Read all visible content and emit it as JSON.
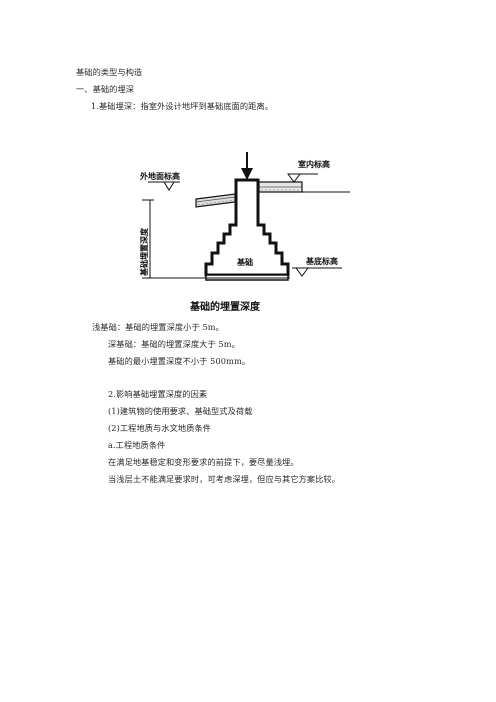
{
  "doc": {
    "title": "基础的类型与构造",
    "section": "一、基础的埋深",
    "item1": "1.基础埋深：指室外设计地坪到基础底面的距离。",
    "figure": {
      "label_outdoor": "室外地面标高",
      "label_indoor": "室内标高",
      "label_depth": "基础埋置深度",
      "label_foundation": "基础",
      "label_base": "基底标高",
      "caption": "基础的埋置深度"
    },
    "shallow": "浅基础：基础的埋置深度小于 5m。",
    "deep": "深基础：基础的埋置深度大于 5m。",
    "min_depth": "基础的最小埋置深度不小于 500mm。",
    "item2": "2.影响基础埋置深度的因素",
    "factor1": "(1)建筑物的使用要求、基础型式及荷载",
    "factor2": "(2)工程地质与水文地质条件",
    "sub_a": "a.工程地质条件",
    "para1": "在满足地基稳定和变形要求的前提下，要尽量浅埋。",
    "para2": "当浅层土不能满足要求时，可考虑深埋，但应与其它方案比较。"
  }
}
